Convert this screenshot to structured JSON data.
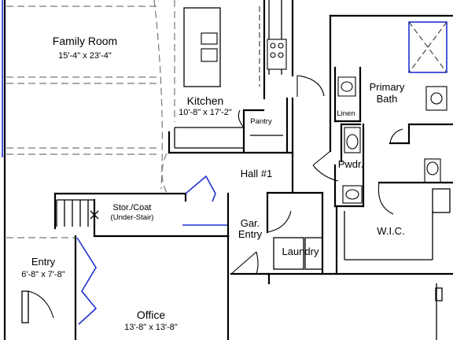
{
  "rooms": {
    "family_room": {
      "name": "Family Room",
      "dims": "15'-4\" x 23'-4\""
    },
    "kitchen": {
      "name": "Kitchen",
      "dims": "10'-8\" x 17'-2\""
    },
    "pantry": {
      "name": "Pantry"
    },
    "linen": {
      "name": "Linen"
    },
    "primary_bath": {
      "line1": "Primary",
      "line2": "Bath"
    },
    "powder": {
      "name": "Pwdr."
    },
    "hall": {
      "name": "Hall #1"
    },
    "storage": {
      "name": "Stor./Coat",
      "note": "(Under-Stair)"
    },
    "garage_entry": {
      "line1": "Gar.",
      "line2": "Entry"
    },
    "laundry": {
      "name": "Laundry"
    },
    "wic": {
      "name": "W.I.C."
    },
    "entry": {
      "name": "Entry",
      "dims": "6'-8\" x 7'-8\""
    },
    "office": {
      "name": "Office",
      "dims": "13'-8\" x 13'-8\""
    }
  },
  "colors": {
    "wall": "#000000",
    "accent": "#1f2fd0",
    "dash": "#777777"
  }
}
